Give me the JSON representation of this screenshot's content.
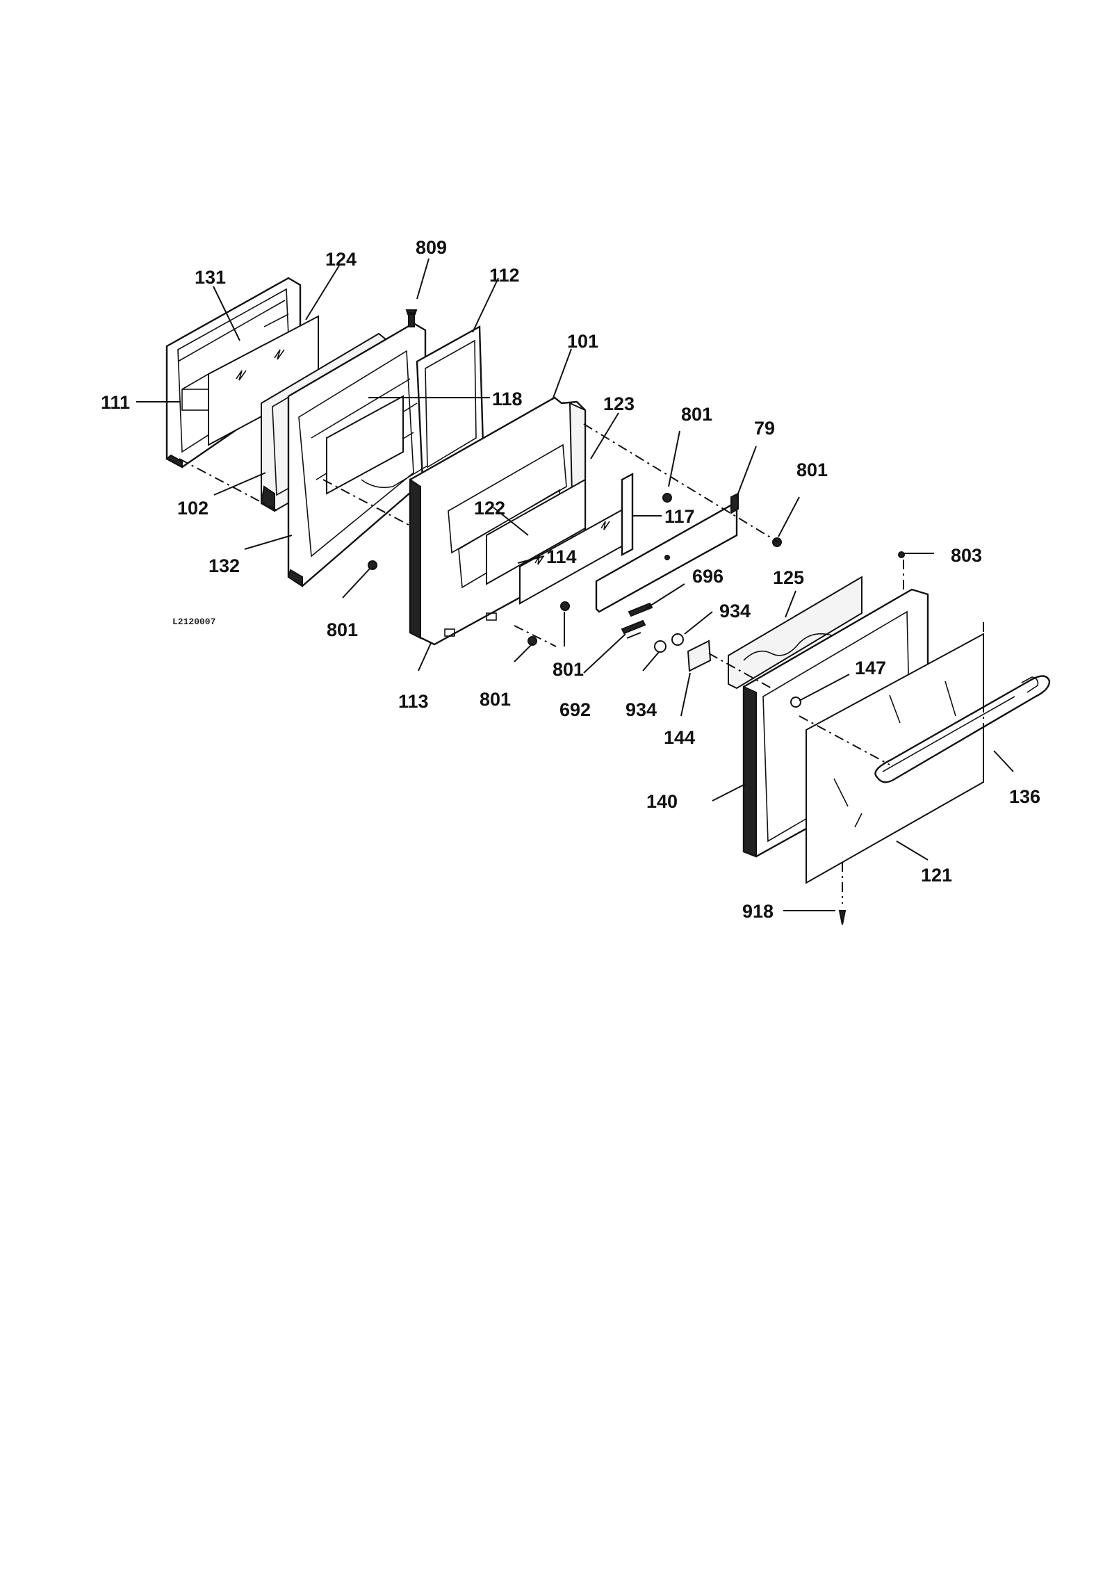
{
  "diagram": {
    "drawing_code": "L2120007",
    "callouts": {
      "p131": "131",
      "p124": "124",
      "p809": "809",
      "p112": "112",
      "p111": "111",
      "p118": "118",
      "p101": "101",
      "p123": "123",
      "p801_a": "801",
      "p79": "79",
      "p801_b": "801",
      "p102": "102",
      "p117": "117",
      "p122": "122",
      "p114": "114",
      "p132": "132",
      "p803": "803",
      "p696": "696",
      "p125": "125",
      "p934_a": "934",
      "p801_c": "801",
      "p801_d": "801",
      "p801_e": "801",
      "p113": "113",
      "p147": "147",
      "p692": "692",
      "p934_b": "934",
      "p144": "144",
      "p140": "140",
      "p136": "136",
      "p121": "121",
      "p918": "918"
    }
  }
}
